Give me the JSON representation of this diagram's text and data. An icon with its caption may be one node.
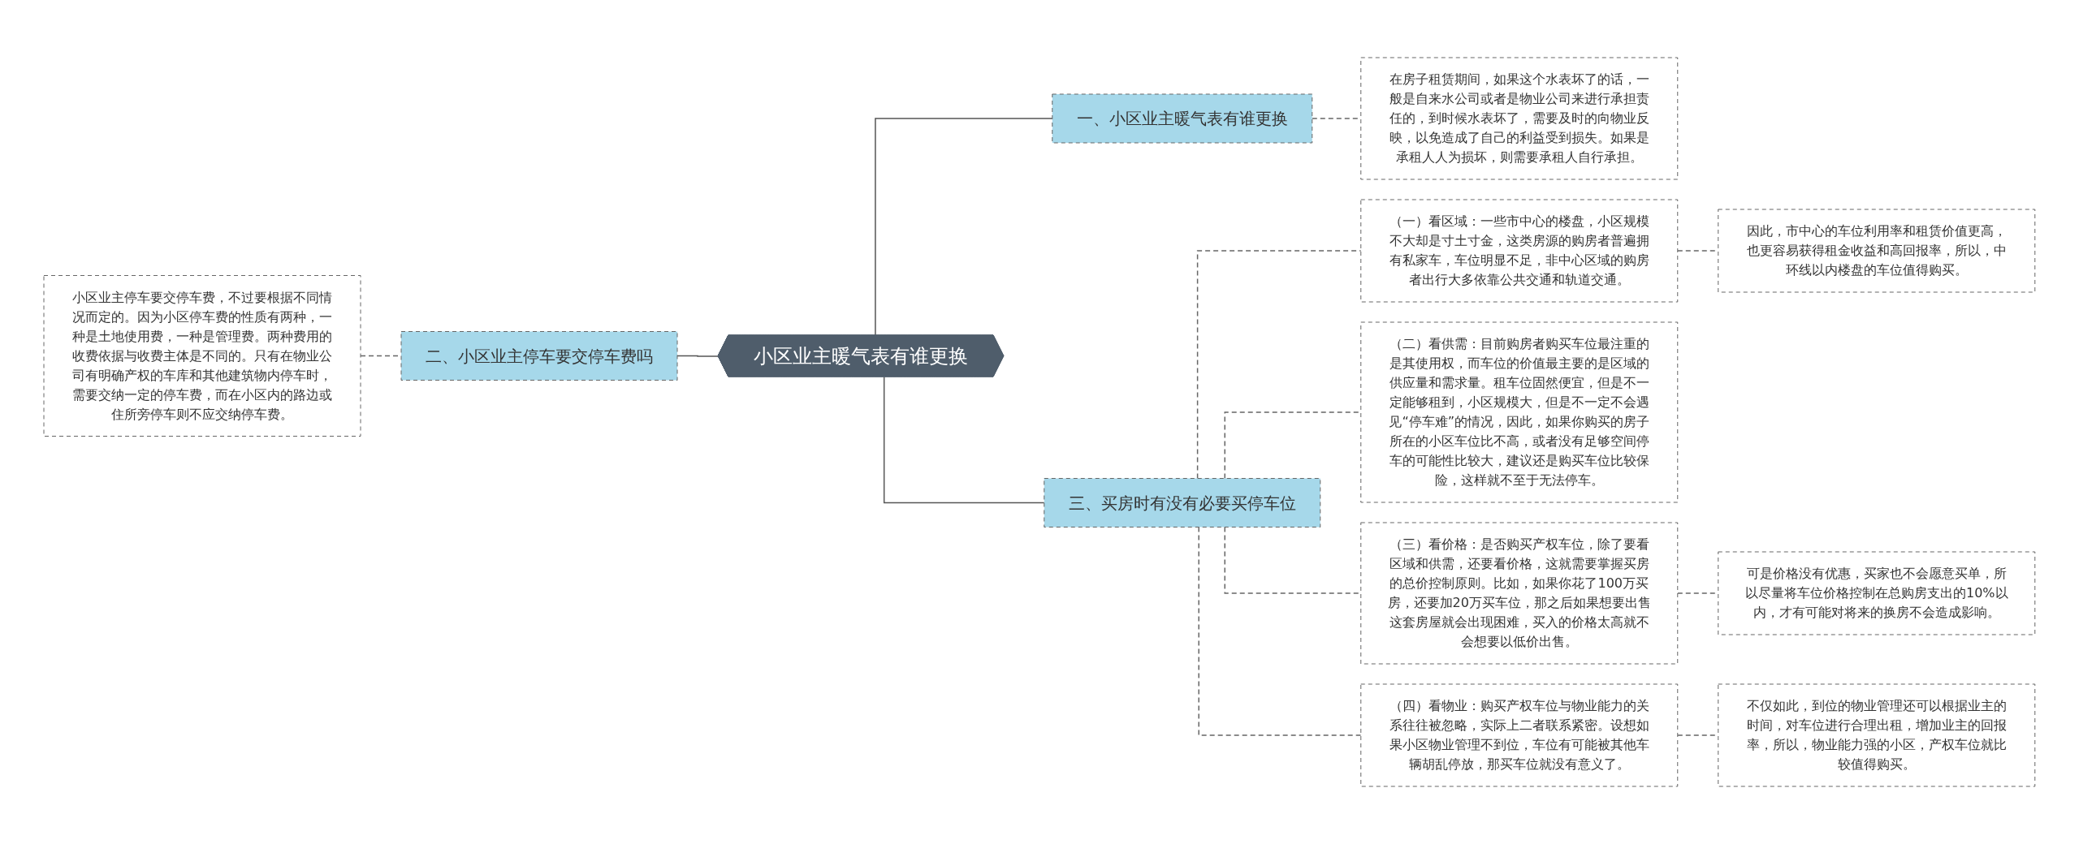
{
  "diagram": {
    "nodes": [
      {
        "text": [
          "小区业主暖气表有谁更换"
        ]
      },
      {
        "text": [
          "一、小区业主暖气表有谁更换"
        ]
      },
      {
        "text": [
          "在房子租赁期间，如果这个水表坏了的话，一般是自来水公司或者是物业公司来进行承担责任的，到时候水表坏了，需要及时的向物业反映，以免造成了自己的利益受到损失。如果是承租人人为损坏，则需要承租人自行承担。"
        ]
      },
      {
        "text": [
          "二、小区业主停车要交停车费吗"
        ]
      },
      {
        "text": [
          "小区业主停车要交停车费，不过要根据不同情况而定的。因为小区停车费的性质有两种，一种是土地使用费，一种是管理费。两种费用的收费依据与收费主体是不同的。只有在物业公司有明确产权的车库和其他建筑物内停车时，需要交纳一定的停车费，而在小区内的路边或住所旁停车则不应交纳停车费。"
        ]
      },
      {
        "text": [
          "三、买房时有没有必要买停车位"
        ]
      },
      {
        "text": [
          "（一）看区域：一些市中心的楼盘，小区规模不大却是寸土寸金，这类房源的购房者普遍拥有私家车，车位明显不足，非中心区域的购房者出行大多依靠公共交通和轨道交通。"
        ]
      },
      {
        "text": [
          "因此，市中心的车位利用率和租赁价值更高，也更容易获得租金收益和高回报率，所以，中环线以内楼盘的车位值得购买。"
        ]
      },
      {
        "text": [
          "（二）看供需：目前购房者购买车位最注重的是其使用权，而车位的价值最主要的是区域的供应量和需求量。租车位固然便宜，但是不一定能够租到，小区规模大，但是不一定不会遇见“停车难”的情况，因此，如果你购买的房子所在的小区车位比不高，或者没有足够空间停车的可能性比较大，建议还是购买车位比较保险，这样就不至于无法停车。"
        ]
      },
      {
        "text": [
          "（三）看价格：是否购买产权车位，除了要看区域和供需，还要看价格，这就需要掌握买房的总价控制原则。比如，如果你花了100万买房，还要加20万买车位，那之后如果想要出售这套房屋就会出现困难，买入的价格太高就不会想要以低价出售。"
        ]
      },
      {
        "text": [
          "可是价格没有优惠，买家也不会愿意买单，所以尽量将车位价格控制在总购房支出的10%以内，才有可能对将来的换房不会造成影响。"
        ]
      },
      {
        "text": [
          "（四）看物业：购买产权车位与物业能力的关系往往被忽略，实际上二者联系紧密。设想如果小区物业管理不到位，车位有可能被其他车辆胡乱停放，那买车位就没有意义了。"
        ]
      },
      {
        "text": [
          "不仅如此，到位的物业管理还可以根据业主的时间，对车位进行合理出租，增加业主的回报率，所以，物业能力强的小区，产权车位就比较值得购买。"
        ]
      }
    ],
    "edges": [
      {
        "from": 0,
        "to": 1,
        "arrow": "none"
      },
      {
        "from": 1,
        "to": 2,
        "arrow": "none",
        "style": "dashed"
      },
      {
        "from": 4,
        "to": 3,
        "arrow": "none",
        "style": "dashed"
      },
      {
        "from": 3,
        "to": 0,
        "arrow": "none"
      },
      {
        "from": 0,
        "to": 5,
        "arrow": "none"
      },
      {
        "from": 5,
        "to": 6,
        "arrow": "none",
        "style": "dashed"
      },
      {
        "from": 6,
        "to": 7,
        "arrow": "none",
        "style": "dashed"
      },
      {
        "from": 5,
        "to": 8,
        "arrow": "none",
        "style": "dashed"
      },
      {
        "from": 5,
        "to": 9,
        "arrow": "none",
        "style": "dashed"
      },
      {
        "from": 9,
        "to": 10,
        "arrow": "none",
        "style": "dashed"
      },
      {
        "from": 5,
        "to": 11,
        "arrow": "none",
        "style": "dashed"
      },
      {
        "from": 11,
        "to": 12,
        "arrow": "none",
        "style": "dashed"
      }
    ]
  }
}
